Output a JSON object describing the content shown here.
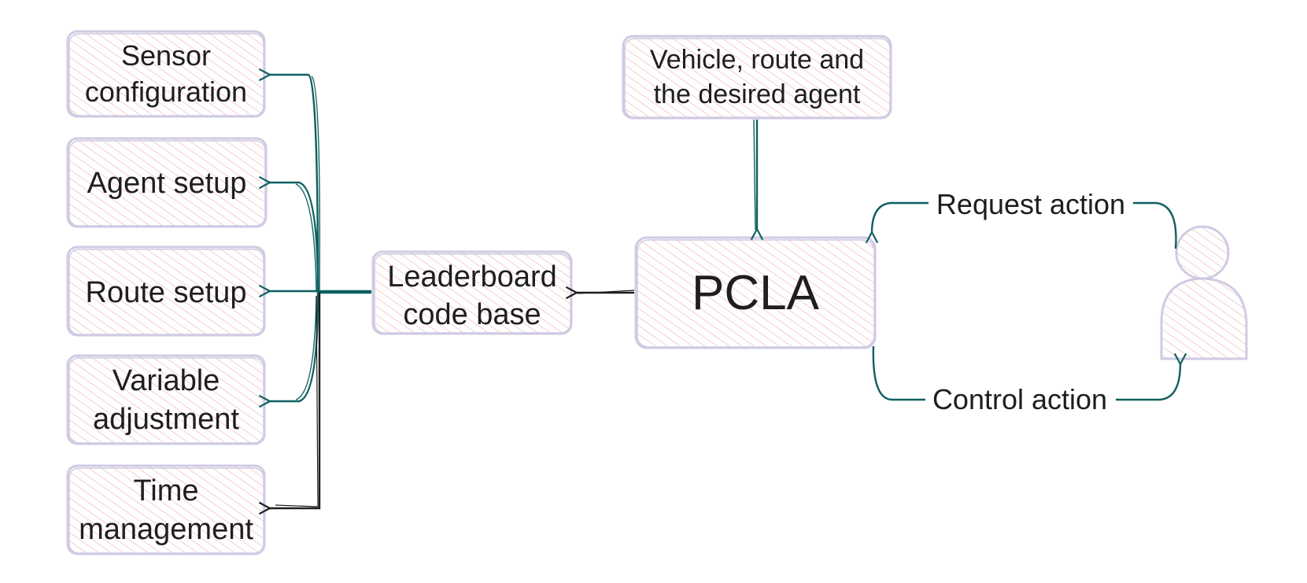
{
  "diagram": {
    "nodes": {
      "sensor": {
        "lines": [
          "Sensor",
          "configuration"
        ]
      },
      "agent": {
        "lines": [
          "Agent setup"
        ]
      },
      "route": {
        "lines": [
          "Route setup"
        ]
      },
      "variable": {
        "lines": [
          "Variable",
          "adjustment"
        ]
      },
      "time": {
        "lines": [
          "Time",
          "management"
        ]
      },
      "leaderboard": {
        "lines": [
          "Leaderboard",
          "code base"
        ]
      },
      "vehicle": {
        "lines": [
          "Vehicle, route and",
          "the desired agent"
        ]
      },
      "pcla": {
        "lines": [
          "PCLA"
        ]
      }
    },
    "edge_labels": {
      "request": "Request action",
      "control": "Control action"
    }
  },
  "colors": {
    "box_stroke": "#cfcbe3",
    "box_hatch": "#f4b8b8",
    "arrow_teal": "#0f5f5f",
    "arrow_black": "#1e1e1e",
    "text": "#1e1e1e"
  },
  "icons": {
    "user": "person-icon"
  }
}
